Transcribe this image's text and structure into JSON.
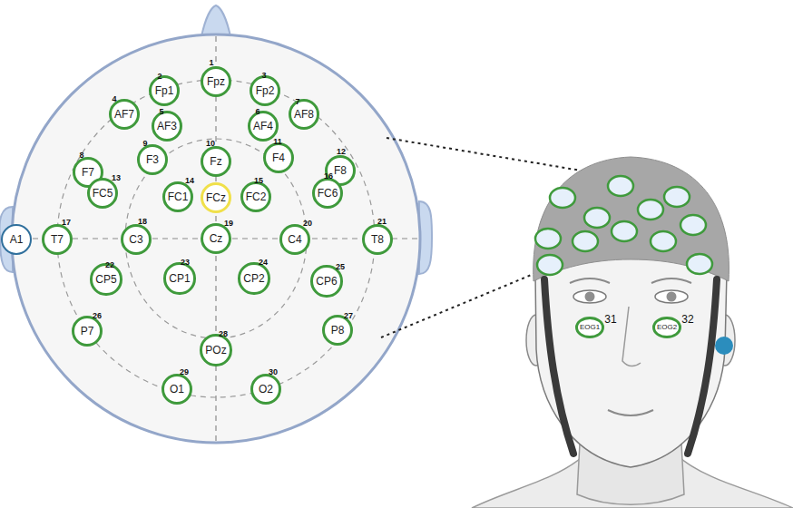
{
  "diagram": {
    "nodes": [
      {
        "text": [
          "Fpz",
          "1"
        ]
      },
      {
        "text": [
          "Fp1",
          "2"
        ]
      },
      {
        "text": [
          "Fp2",
          "3"
        ]
      },
      {
        "text": [
          "AF7",
          "4"
        ]
      },
      {
        "text": [
          "AF3",
          "5"
        ]
      },
      {
        "text": [
          "AF4",
          "6"
        ]
      },
      {
        "text": [
          "AF8",
          "7"
        ]
      },
      {
        "text": [
          "F7",
          "8"
        ]
      },
      {
        "text": [
          "F3",
          "9"
        ]
      },
      {
        "text": [
          "Fz",
          "10"
        ]
      },
      {
        "text": [
          "F4",
          "11"
        ]
      },
      {
        "text": [
          "F8",
          "12"
        ]
      },
      {
        "text": [
          "FC5",
          "13"
        ]
      },
      {
        "text": [
          "FC1",
          "14"
        ]
      },
      {
        "text": [
          "FCz"
        ]
      },
      {
        "text": [
          "FC2",
          "15"
        ]
      },
      {
        "text": [
          "FC6",
          "16"
        ]
      },
      {
        "text": [
          "A1"
        ]
      },
      {
        "text": [
          "T7",
          "17"
        ]
      },
      {
        "text": [
          "C3",
          "18"
        ]
      },
      {
        "text": [
          "Cz",
          "19"
        ]
      },
      {
        "text": [
          "C4",
          "20"
        ]
      },
      {
        "text": [
          "T8",
          "21"
        ]
      },
      {
        "text": [
          "CP5",
          "22"
        ]
      },
      {
        "text": [
          "CP1",
          "23"
        ]
      },
      {
        "text": [
          "CP2",
          "24"
        ]
      },
      {
        "text": [
          "CP6",
          "25"
        ]
      },
      {
        "text": [
          "P7",
          "26"
        ]
      },
      {
        "text": [
          "P8",
          "27"
        ]
      },
      {
        "text": [
          "POz",
          "28"
        ]
      },
      {
        "text": [
          "O1",
          "29"
        ]
      },
      {
        "text": [
          "O2",
          "30"
        ]
      },
      {
        "text": [
          "EOG1",
          "31"
        ]
      },
      {
        "text": [
          "EOG2",
          "32"
        ]
      }
    ]
  }
}
